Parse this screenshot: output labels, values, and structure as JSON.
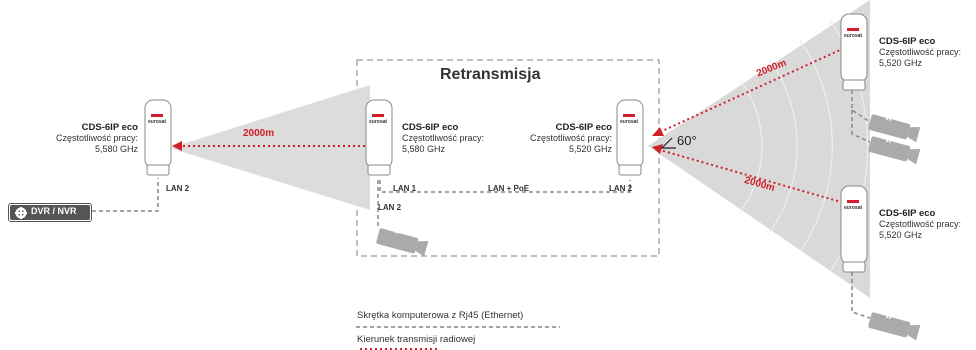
{
  "title": "Retransmisja",
  "devices": {
    "left": {
      "name": "CDS-6IP eco",
      "freq_label": "Częstotliwość pracy:",
      "freq": "5,580 GHz",
      "port": "LAN 2"
    },
    "mid_left": {
      "name": "CDS-6IP eco",
      "freq_label": "Częstotliwość pracy:",
      "freq": "5,580 GHz",
      "port1": "LAN 1",
      "port2": "LAN 2"
    },
    "mid_right": {
      "name": "CDS-6IP eco",
      "freq_label": "Częstotliwość pracy:",
      "freq": "5,520 GHz",
      "port": "LAN 2"
    },
    "right_top": {
      "name": "CDS-6IP eco",
      "freq_label": "Częstotliwość pracy:",
      "freq": "5,520 GHz"
    },
    "right_bottom": {
      "name": "CDS-6IP eco",
      "freq_label": "Częstotliwość pracy:",
      "freq": "5,520 GHz"
    }
  },
  "link_label": "LAN + PoE",
  "distances": {
    "left": "2000m",
    "right_top": "2000m",
    "right_bottom": "2000m"
  },
  "angle": "60°",
  "dvr_label": "DVR / NVR",
  "camera_label": "IP",
  "device_logo": "eurosat",
  "legend": {
    "ethernet": "Skrętka komputerowa z Rj45 (Ethernet)",
    "radio": "Kierunek transmisji radiowej"
  },
  "colors": {
    "accent": "#d0202a",
    "beam": "#d9d9d9",
    "dark": "#555555"
  }
}
